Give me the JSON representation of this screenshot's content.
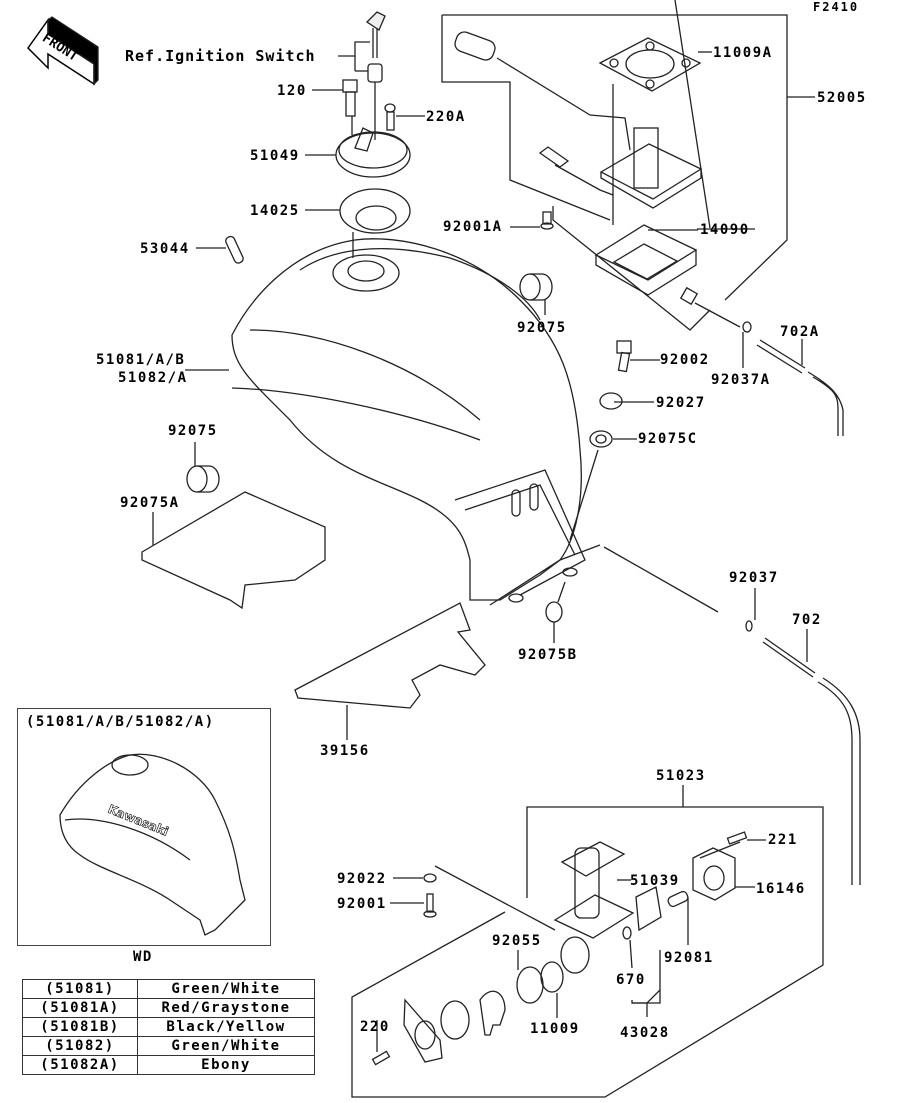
{
  "figure_id": "F2410",
  "front_arrow": {
    "label": "FRONT",
    "icon": "front-direction-arrow-icon"
  },
  "reference_note": "Ref.Ignition Switch",
  "part_labels": {
    "p120": "120",
    "p220A": "220A",
    "p51049": "51049",
    "p14025": "14025",
    "p53044": "53044",
    "p11009A": "11009A",
    "p52005": "52005",
    "p92001A": "92001A",
    "p14090": "14090",
    "p92075_top": "92075",
    "p92002": "92002",
    "p92037A": "92037A",
    "p702A": "702A",
    "p92027": "92027",
    "p92075C": "92075C",
    "p51081_line1": "51081/A/B",
    "p51081_line2": "51082/A",
    "p92075_left": "92075",
    "p92075A": "92075A",
    "p92037": "92037",
    "p702": "702",
    "p92075B": "92075B",
    "p39156": "39156",
    "p51023": "51023",
    "p221": "221",
    "p92022": "92022",
    "p51039": "51039",
    "p16146": "16146",
    "p92001": "92001",
    "p92081": "92081",
    "p92055": "92055",
    "p670": "670",
    "p220": "220",
    "p11009": "11009",
    "p43028": "43028"
  },
  "inset": {
    "title": "(51081/A/B/51082/A)",
    "brand_text": "Kawasaki",
    "caption": "WD"
  },
  "color_table": [
    {
      "code": "(51081)",
      "color": "Green/White"
    },
    {
      "code": "(51081A)",
      "color": "Red/Graystone"
    },
    {
      "code": "(51081B)",
      "color": "Black/Yellow"
    },
    {
      "code": "(51082)",
      "color": "Green/White"
    },
    {
      "code": "(51082A)",
      "color": "Ebony"
    }
  ]
}
